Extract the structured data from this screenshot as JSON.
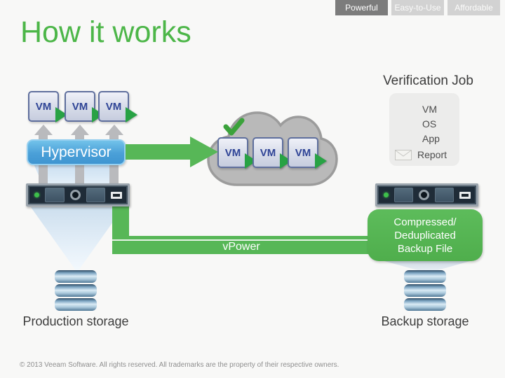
{
  "tabs": [
    {
      "label": "Powerful",
      "active": true
    },
    {
      "label": "Easy-to-Use",
      "active": false
    },
    {
      "label": "Affordable",
      "active": false
    }
  ],
  "title": "How it works",
  "labels": {
    "vm": "VM",
    "hypervisor": "Hypervisor",
    "vpower": "vPower",
    "production_storage": "Production storage",
    "backup_storage": "Backup storage"
  },
  "verification_job": {
    "title": "Verification Job",
    "items": [
      "VM",
      "OS",
      "App"
    ],
    "report": "Report"
  },
  "backup_file": {
    "line1": "Compressed/",
    "line2": "Deduplicated",
    "line3": "Backup File"
  },
  "footer": "© 2013 Veeam Software. All rights reserved. All trademarks are the property of their respective owners.",
  "colors": {
    "veeam_green": "#4cb648",
    "pipe_green": "#57b757",
    "hypervisor_blue": "#4ba0d8",
    "tab_active_bg": "#7c7c7c",
    "tab_inactive_bg": "#d2d2d2",
    "cloud_gray": "#b9b9b9",
    "server_body": "#1f2c38"
  }
}
